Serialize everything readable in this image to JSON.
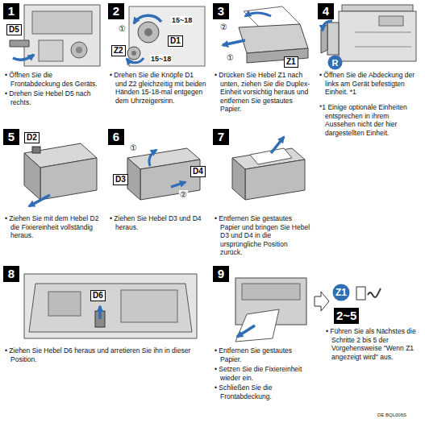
{
  "diagram": {
    "nodes": [
      {
        "text": [
          "1"
        ]
      },
      {
        "text": [
          "D5"
        ]
      },
      {
        "text": [
          "2"
        ]
      },
      {
        "text": [
          "D1"
        ]
      },
      {
        "text": [
          "Z2"
        ]
      },
      {
        "text": [
          "3"
        ]
      },
      {
        "text": [
          "Z1"
        ]
      },
      {
        "text": [
          "4"
        ]
      },
      {
        "text": [
          "R"
        ]
      },
      {
        "text": [
          "5"
        ]
      },
      {
        "text": [
          "D2"
        ]
      },
      {
        "text": [
          "6"
        ]
      },
      {
        "text": [
          "D3"
        ]
      },
      {
        "text": [
          "D4"
        ]
      },
      {
        "text": [
          "7"
        ]
      },
      {
        "text": [
          "8"
        ]
      },
      {
        "text": [
          "D6"
        ]
      },
      {
        "text": [
          "9"
        ]
      },
      {
        "text": [
          "Z1"
        ]
      },
      {
        "text": [
          "2~5"
        ]
      }
    ],
    "labels": [
      "• Öffnen Sie die Frontabdeckung des Geräts.",
      "• Drehen Sie Hebel D5 nach rechts.",
      "①",
      "15~18",
      "15~18",
      "• Drehen Sie die Knöpfe D1 und Z2 gleichzeitig mit beiden Händen 15-18-mal entgegen dem Uhrzeigersinn.",
      "②",
      "①",
      "• Drücken Sie Hebel Z1 nach unten, ziehen Sie die Duplex-Einheit vorsichtig heraus und entfernen Sie gestautes Papier.",
      "• Öffnen Sie die Abdeckung der links am Gerät befestigten Einheit. *1",
      "*1 Einige optionale Einheiten entsprechen in ihrem Aussehen nicht der hier dargestellten Einheit.",
      "• Ziehen Sie mit dem Hebel D2 die Fixiereinheit vollständig heraus.",
      "①",
      "②",
      "• Ziehen Sie Hebel D3 und D4 heraus.",
      "• Entfernen Sie gestautes Papier und bringen Sie Hebel D3 und D4 in die ursprüngliche Position zurück.",
      "• Ziehen Sie Hebel D6 heraus und arretieren Sie ihn in dieser Position.",
      "• Entfernen Sie gestautes Papier.",
      "• Setzen Sie die Fixiereinheit wieder ein.",
      "• Schließen Sie die Frontabdeckung.",
      "• Führen Sie als Nächstes die Schritte 2 bis 5 der Vorgehensweise \"Wenn Z1 angezeigt wird\" aus.",
      "DE BQL006S"
    ]
  }
}
